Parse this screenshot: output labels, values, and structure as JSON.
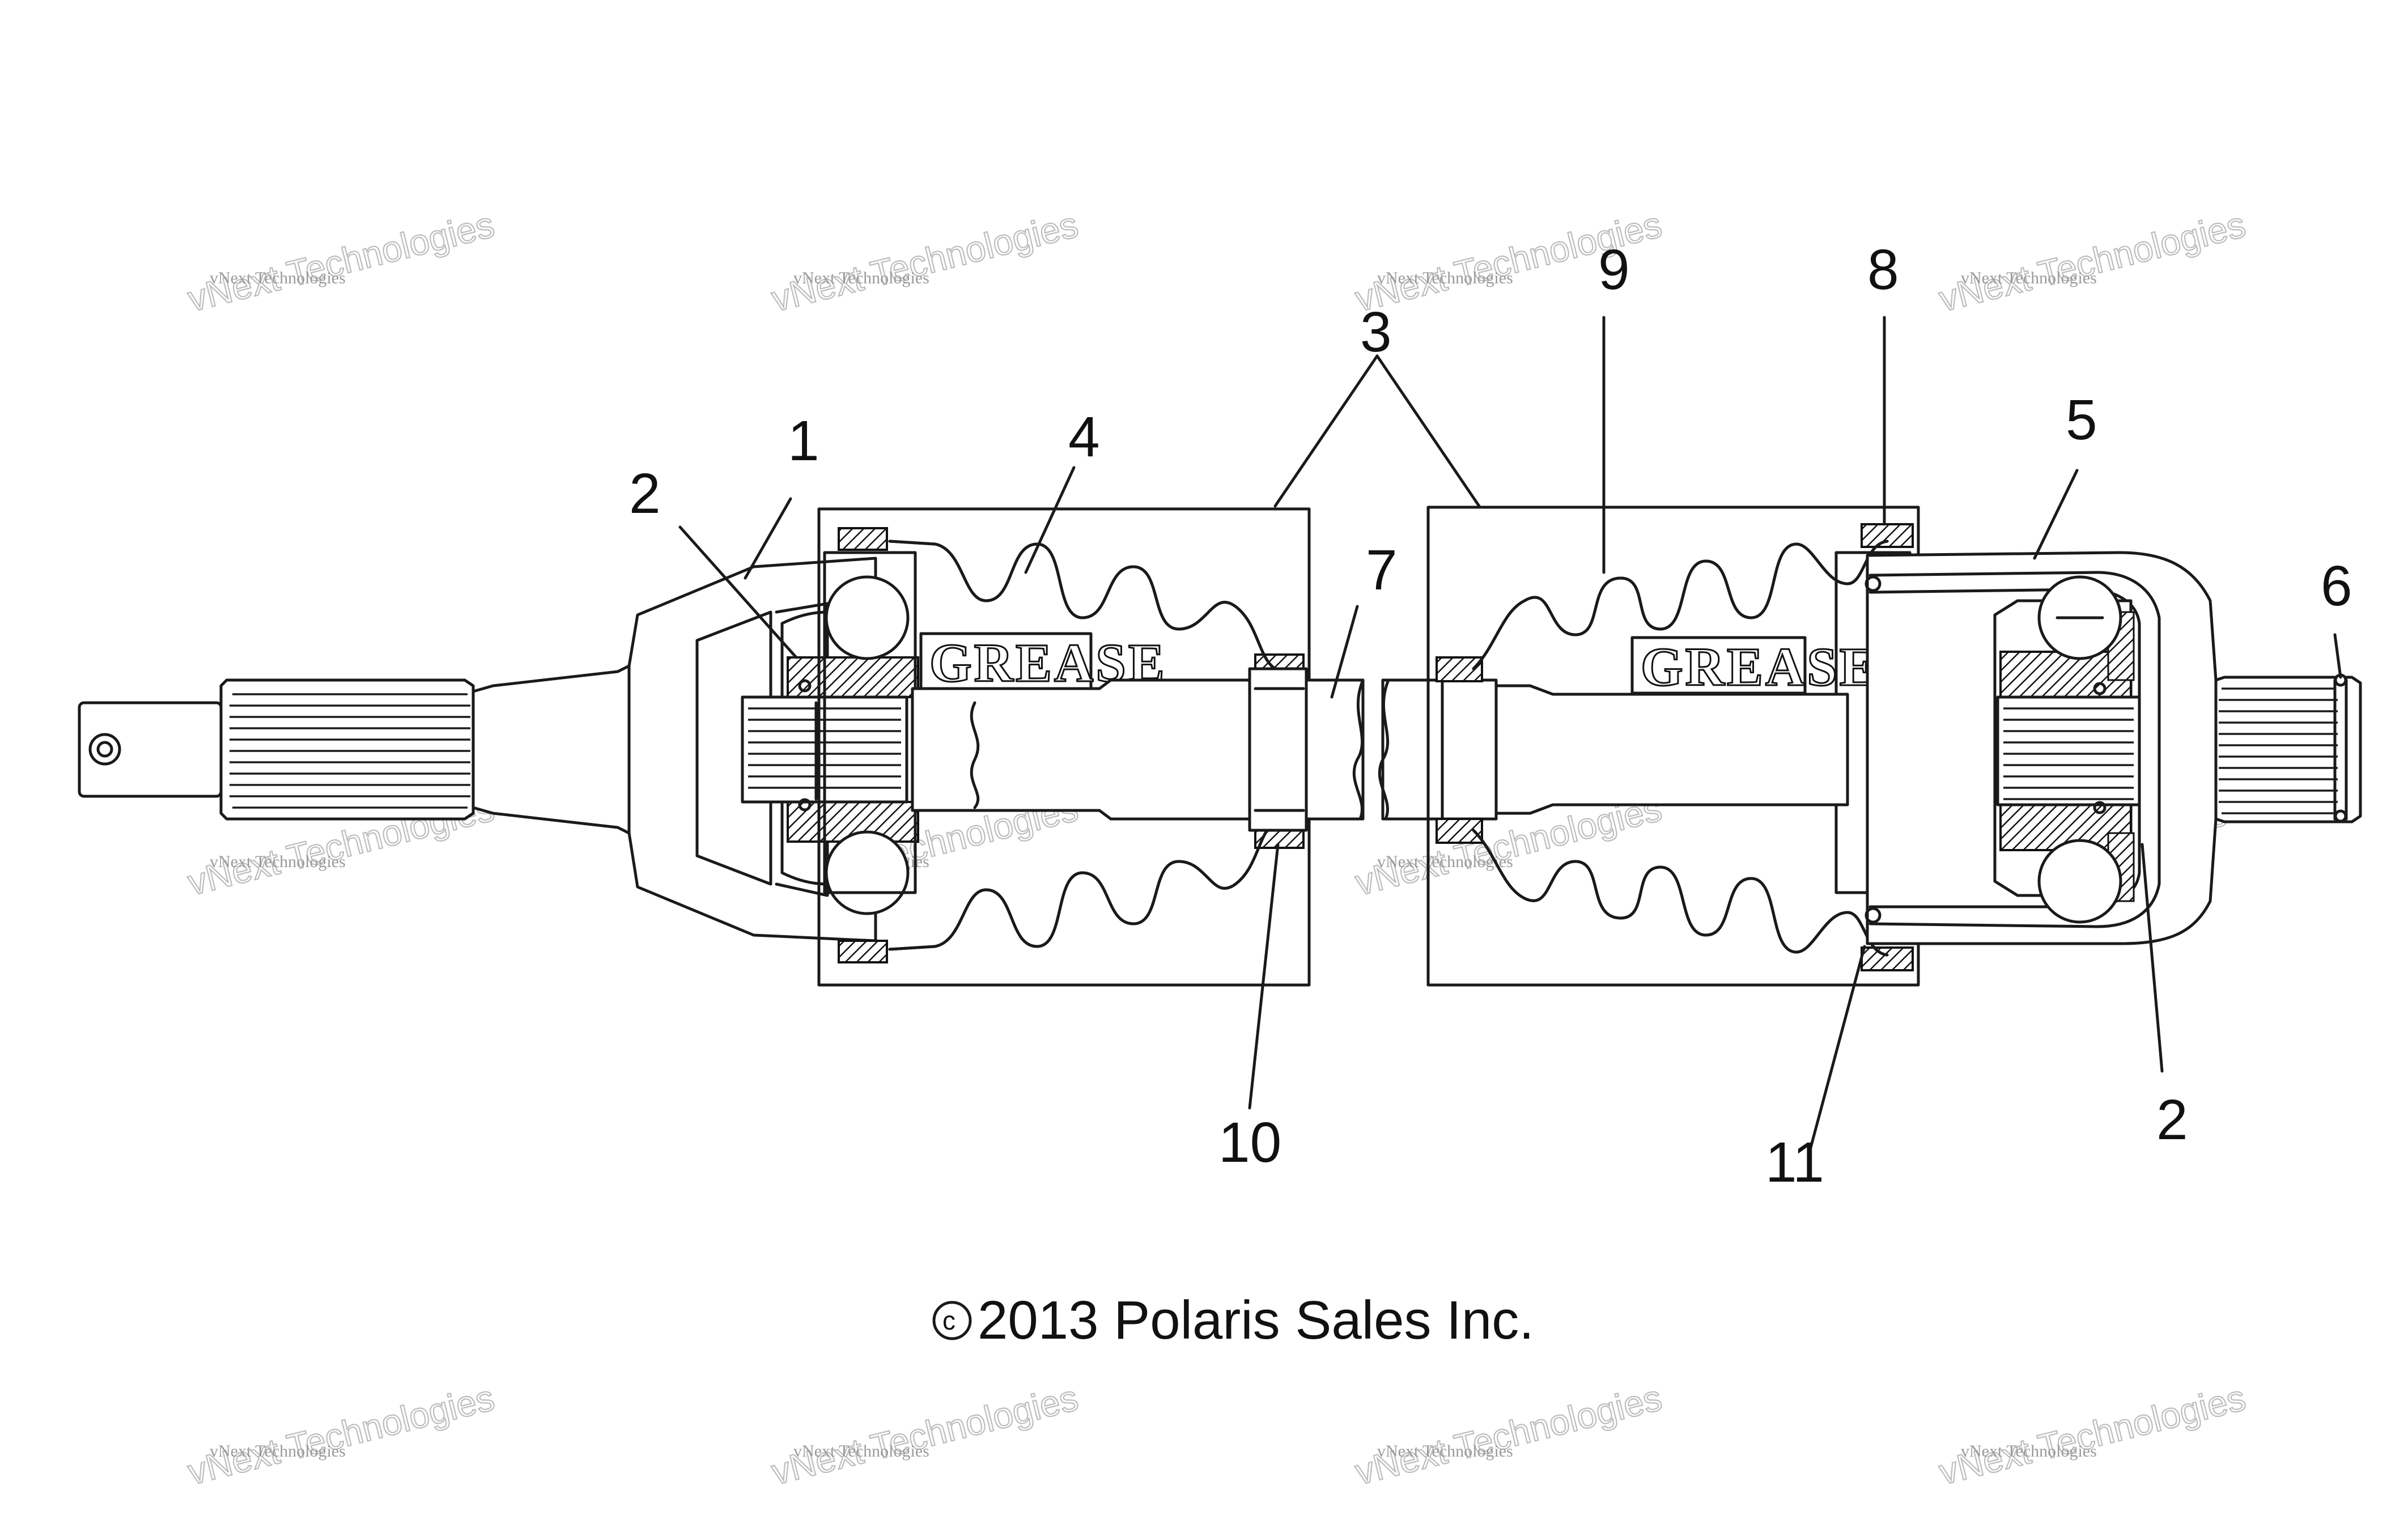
{
  "callouts": {
    "c1": "1",
    "c2_left": "2",
    "c2_right": "2",
    "c3": "3",
    "c4": "4",
    "c5": "5",
    "c6": "6",
    "c7": "7",
    "c8": "8",
    "c9": "9",
    "c10": "10",
    "c11": "11"
  },
  "labels": {
    "grease_left": "GREASE",
    "grease_right": "GREASE"
  },
  "copyright": {
    "symbol": "c",
    "text": "2013 Polaris Sales Inc."
  },
  "watermark": {
    "line1": "vNext Technologies",
    "line2": "vNext Technologies"
  }
}
